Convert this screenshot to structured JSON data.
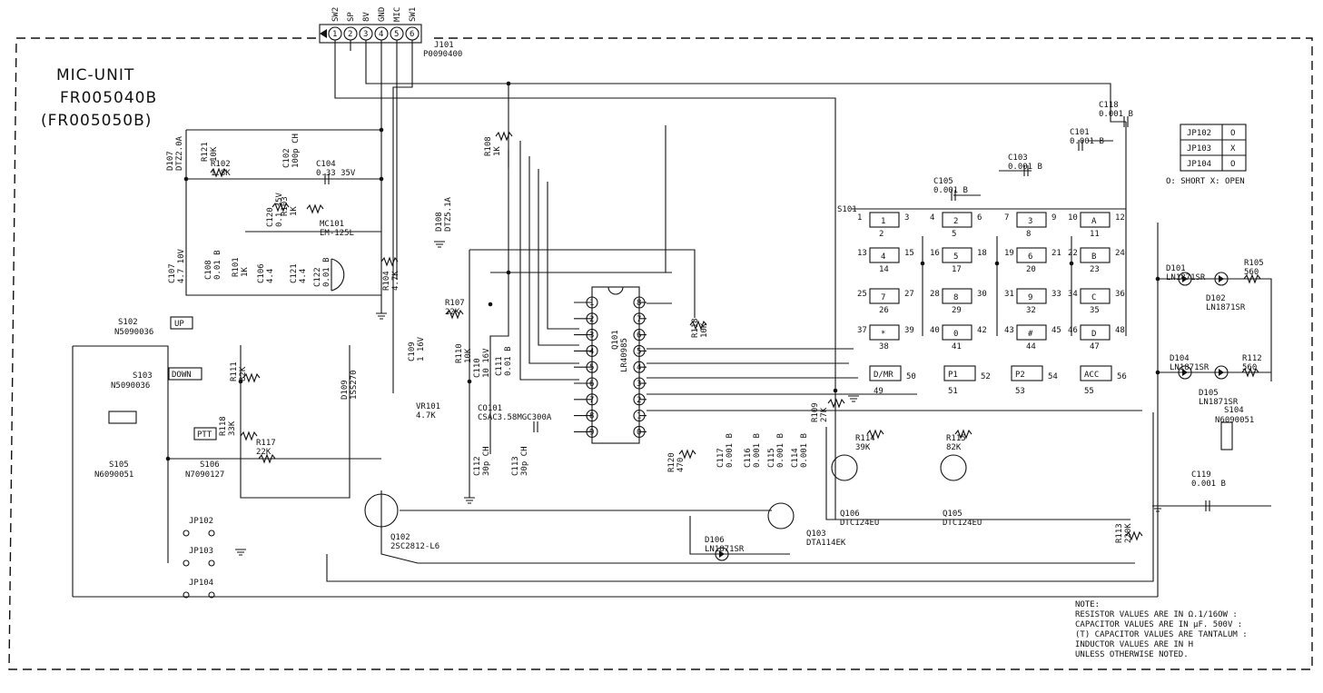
{
  "unit_title": {
    "line1": "MIC-UNIT",
    "line2": "FR005040B",
    "line3": "(FR005050B)"
  },
  "connector": {
    "ref": "J101",
    "part": "P0090400",
    "pins": [
      "SW2",
      "SP",
      "8V",
      "GND",
      "MIC",
      "SW1"
    ],
    "pin_numbers": [
      "1",
      "2",
      "3",
      "4",
      "5",
      "6"
    ]
  },
  "jumper_table": {
    "rows": [
      {
        "name": "JP102",
        "state": "O"
      },
      {
        "name": "JP103",
        "state": "X"
      },
      {
        "name": "JP104",
        "state": "O"
      }
    ],
    "legend": "O: SHORT  X: OPEN"
  },
  "keypad": {
    "ref": "S101",
    "keys": [
      {
        "label": "1",
        "pins": [
          "1",
          "2",
          "3"
        ]
      },
      {
        "label": "2",
        "pins": [
          "4",
          "5",
          "6"
        ]
      },
      {
        "label": "3",
        "pins": [
          "7",
          "8",
          "9"
        ]
      },
      {
        "label": "A",
        "pins": [
          "10",
          "11",
          "12"
        ]
      },
      {
        "label": "4",
        "pins": [
          "13",
          "14",
          "15"
        ]
      },
      {
        "label": "5",
        "pins": [
          "16",
          "17",
          "18"
        ]
      },
      {
        "label": "6",
        "pins": [
          "19",
          "20",
          "21"
        ]
      },
      {
        "label": "B",
        "pins": [
          "22",
          "23",
          "24"
        ]
      },
      {
        "label": "7",
        "pins": [
          "25",
          "26",
          "27"
        ]
      },
      {
        "label": "8",
        "pins": [
          "28",
          "29",
          "30"
        ]
      },
      {
        "label": "9",
        "pins": [
          "31",
          "32",
          "33"
        ]
      },
      {
        "label": "C",
        "pins": [
          "34",
          "35",
          "36"
        ]
      },
      {
        "label": "*",
        "pins": [
          "37",
          "38",
          "39"
        ]
      },
      {
        "label": "0",
        "pins": [
          "40",
          "41",
          "42"
        ]
      },
      {
        "label": "#",
        "pins": [
          "43",
          "44",
          "45"
        ]
      },
      {
        "label": "D",
        "pins": [
          "46",
          "47",
          "48"
        ]
      }
    ],
    "func_keys": [
      {
        "label": "D/MR",
        "pins": [
          "49",
          "50"
        ]
      },
      {
        "label": "P1",
        "pins": [
          "51",
          "52"
        ]
      },
      {
        "label": "P2",
        "pins": [
          "53",
          "54"
        ]
      },
      {
        "label": "ACC",
        "pins": [
          "55",
          "56"
        ]
      }
    ]
  },
  "ic": {
    "ref": "Q101",
    "part": "LR40985",
    "left_pins": [
      "1",
      "2",
      "3",
      "4",
      "5",
      "6",
      "7",
      "8",
      "9"
    ],
    "right_pins": [
      "18",
      "17",
      "16",
      "15",
      "14",
      "13",
      "12",
      "11",
      "10"
    ]
  },
  "switches": {
    "up": {
      "ref": "S102",
      "part": "N5090036",
      "label": "UP"
    },
    "down": {
      "ref": "S103",
      "part": "N5090036",
      "label": "DOWN"
    },
    "ptt": {
      "ref": "S106",
      "part": "N7090127",
      "label": "PTT"
    },
    "s105": {
      "ref": "S105",
      "part": "N6090051"
    },
    "s104": {
      "ref": "S104",
      "part": "N6090051"
    }
  },
  "jumpers": [
    "JP102",
    "JP103",
    "JP104"
  ],
  "components": {
    "d107": {
      "ref": "D107",
      "val": "DTZ2.0A"
    },
    "r121": {
      "ref": "R121",
      "val": "10K"
    },
    "r102": {
      "ref": "R102",
      "val": "1.8K"
    },
    "c102": {
      "ref": "C102",
      "val": "100p CH"
    },
    "c104": {
      "ref": "C104",
      "val": "0.33 35V"
    },
    "c120": {
      "ref": "C120",
      "val": "0.1 35V"
    },
    "r103": {
      "ref": "R103",
      "val": "1K"
    },
    "mc101": {
      "ref": "MC101",
      "val": "EM-125L"
    },
    "c107": {
      "ref": "C107",
      "val": "4.7 10V"
    },
    "c108": {
      "ref": "C108",
      "val": "0.01 B"
    },
    "r101": {
      "ref": "R101",
      "val": "1K"
    },
    "c106": {
      "ref": "C106",
      "val": "4.4"
    },
    "c121": {
      "ref": "C121",
      "val": "4.4"
    },
    "c122": {
      "ref": "C122",
      "val": "0.01 B"
    },
    "r104": {
      "ref": "R104",
      "val": "4.7K"
    },
    "r108": {
      "ref": "R108",
      "val": "1K"
    },
    "d108": {
      "ref": "D108",
      "val": "DTZ5.1A"
    },
    "r107": {
      "ref": "R107",
      "val": "22K"
    },
    "c109": {
      "ref": "C109",
      "val": "1 16V"
    },
    "r110": {
      "ref": "R110",
      "val": "10K"
    },
    "c110": {
      "ref": "C110",
      "val": "10 16V"
    },
    "c111": {
      "ref": "C111",
      "val": "0.01 B"
    },
    "vr101": {
      "ref": "VR101",
      "val": "4.7K"
    },
    "x101": {
      "ref": "CO101",
      "val": "CSAC3.58MGC300A"
    },
    "c112": {
      "ref": "C112",
      "val": "30p CH"
    },
    "c113": {
      "ref": "C113",
      "val": "30p CH"
    },
    "r118": {
      "ref": "R118",
      "val": "10K"
    },
    "r120": {
      "ref": "R120",
      "val": "470"
    },
    "c117": {
      "ref": "C117",
      "val": "0.001 B"
    },
    "c116": {
      "ref": "C116",
      "val": "0.001 B"
    },
    "c115": {
      "ref": "C115",
      "val": "0.001 B"
    },
    "c114": {
      "ref": "C114",
      "val": "0.001 B"
    },
    "r109": {
      "ref": "R109",
      "val": "27K"
    },
    "r114": {
      "ref": "R114",
      "val": "39K"
    },
    "r115": {
      "ref": "R115",
      "val": "82K"
    },
    "q106": {
      "ref": "Q106",
      "val": "DTC124EU"
    },
    "q105": {
      "ref": "Q105",
      "val": "DTC124EU"
    },
    "q103": {
      "ref": "Q103",
      "val": "DTA114EK"
    },
    "q102": {
      "ref": "Q102",
      "val": "2SC2812-L6"
    },
    "d106": {
      "ref": "D106",
      "val": "LN1871SR"
    },
    "d109": {
      "ref": "D109",
      "val": "1SS270"
    },
    "r111": {
      "ref": "R111",
      "val": "82K"
    },
    "r118b": {
      "ref": "R118",
      "val": "33K"
    },
    "r117": {
      "ref": "R117",
      "val": "22K"
    },
    "c118": {
      "ref": "C118",
      "val": "0.001 B"
    },
    "c101": {
      "ref": "C101",
      "val": "0.001 B"
    },
    "c103": {
      "ref": "C103",
      "val": "0.001 B"
    },
    "c105": {
      "ref": "C105",
      "val": "0.001 B"
    },
    "d101": {
      "ref": "D101",
      "val": "LN1871SR"
    },
    "d102": {
      "ref": "D102",
      "val": "LN1871SR"
    },
    "r105": {
      "ref": "R105",
      "val": "560"
    },
    "d104": {
      "ref": "D104",
      "val": "LN1871SR"
    },
    "d105": {
      "ref": "D105",
      "val": "LN1871SR"
    },
    "r112": {
      "ref": "R112",
      "val": "560"
    },
    "c119": {
      "ref": "C119",
      "val": "0.001 B"
    },
    "r113": {
      "ref": "R113",
      "val": "220K"
    }
  },
  "notes": [
    "NOTE:",
    "RESISTOR  VALUES ARE IN Ω.1/16OW :",
    "CAPACITOR VALUES ARE IN μF. 500V :",
    "(T) CAPACITOR VALUES ARE TANTALUM :",
    "INDUCTOR  VALUES ARE IN H",
    "UNLESS OTHERWISE NOTED."
  ]
}
